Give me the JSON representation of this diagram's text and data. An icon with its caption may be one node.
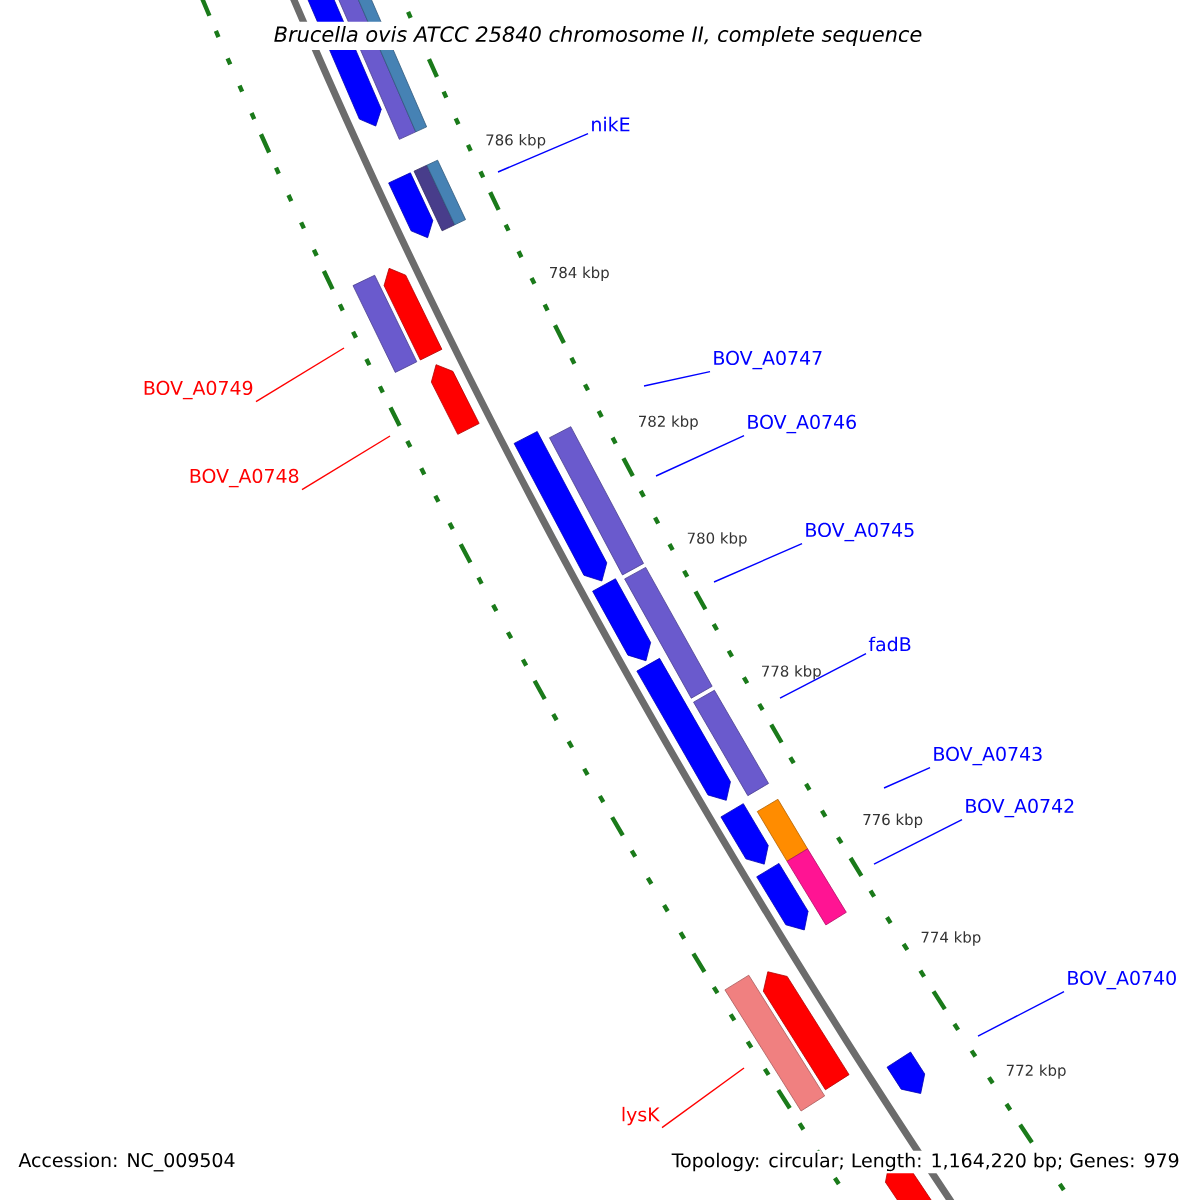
{
  "diagram": {
    "title": "Brucella ovis ATCC 25840 chromosome II, complete sequence",
    "nodes": [
      {
        "text": [
          "nikE"
        ]
      },
      {
        "text": [
          "BOV_A0747"
        ]
      },
      {
        "text": [
          "BOV_A0746"
        ]
      },
      {
        "text": [
          "BOV_A0745"
        ]
      },
      {
        "text": [
          "fadB"
        ]
      },
      {
        "text": [
          "BOV_A0743"
        ]
      },
      {
        "text": [
          "BOV_A0742"
        ]
      },
      {
        "text": [
          "BOV_A0740"
        ]
      },
      {
        "text": [
          "BOV_A0749"
        ]
      },
      {
        "text": [
          "BOV_A0748"
        ]
      },
      {
        "text": [
          "lysK"
        ]
      }
    ],
    "edges": [
      {
        "from": 0,
        "to": null,
        "arrow": "none"
      },
      {
        "from": 1,
        "to": null,
        "arrow": "none"
      },
      {
        "from": 2,
        "to": null,
        "arrow": "none"
      },
      {
        "from": 3,
        "to": null,
        "arrow": "none"
      },
      {
        "from": 4,
        "to": null,
        "arrow": "none"
      },
      {
        "from": 5,
        "to": null,
        "arrow": "none"
      },
      {
        "from": 6,
        "to": null,
        "arrow": "none"
      },
      {
        "from": 7,
        "to": null,
        "arrow": "none"
      },
      {
        "from": 8,
        "to": null,
        "arrow": "none",
        "color": "#ff0000"
      },
      {
        "from": 9,
        "to": null,
        "arrow": "none",
        "color": "#ff0000"
      },
      {
        "from": 10,
        "to": null,
        "arrow": "none",
        "color": "#ff0000"
      }
    ],
    "labels": [
      "786 kbp",
      "784 kbp",
      "782 kbp",
      "780 kbp",
      "778 kbp",
      "776 kbp",
      "774 kbp",
      "772 kbp",
      "Accession: NC_009504",
      "Topology: circular; Length: 1,164,220 bp; Genes: 979"
    ]
  }
}
